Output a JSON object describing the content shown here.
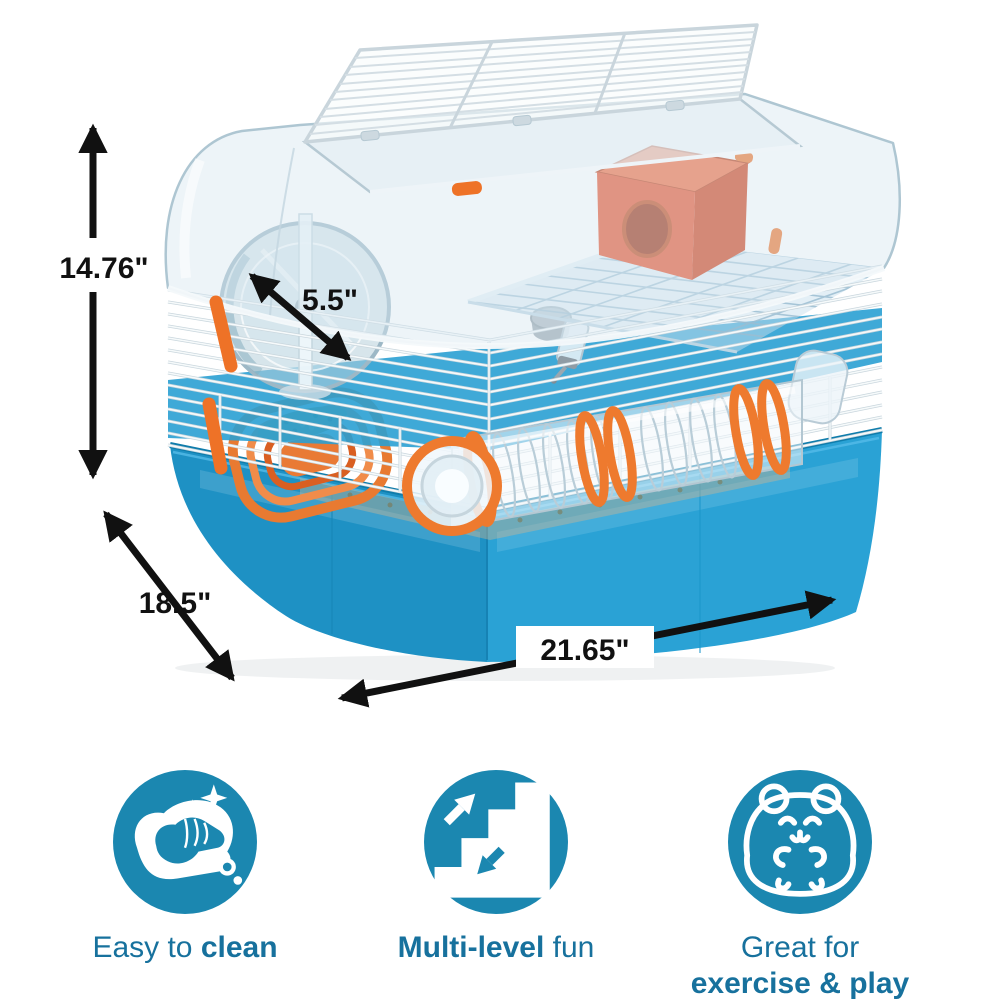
{
  "dimensions": {
    "height": "14.76\"",
    "wheel_diameter": "5.5\"",
    "depth": "18.5\"",
    "width": "21.65\""
  },
  "features": [
    {
      "icon": "cleaning-hand-icon",
      "label_regular": "Easy to ",
      "label_bold": "clean"
    },
    {
      "icon": "stairs-icon",
      "label_bold": "Multi-level",
      "label_regular": " fun"
    },
    {
      "icon": "hamster-icon",
      "label_line1": "Great for",
      "label_line2": "exercise & play"
    }
  ],
  "colors": {
    "accent": "#1b87b0",
    "label_text": "#17719d",
    "arrow": "#111111",
    "base_blue": "#2aa2d5",
    "base_blue_dark": "#1e91c4",
    "base_rim": "#0f7cab",
    "orange_ring": "#ee7a2e",
    "orange_clip": "#ee7227",
    "house_orange": "#e8502a",
    "bowl_orange": "#e87a31"
  }
}
